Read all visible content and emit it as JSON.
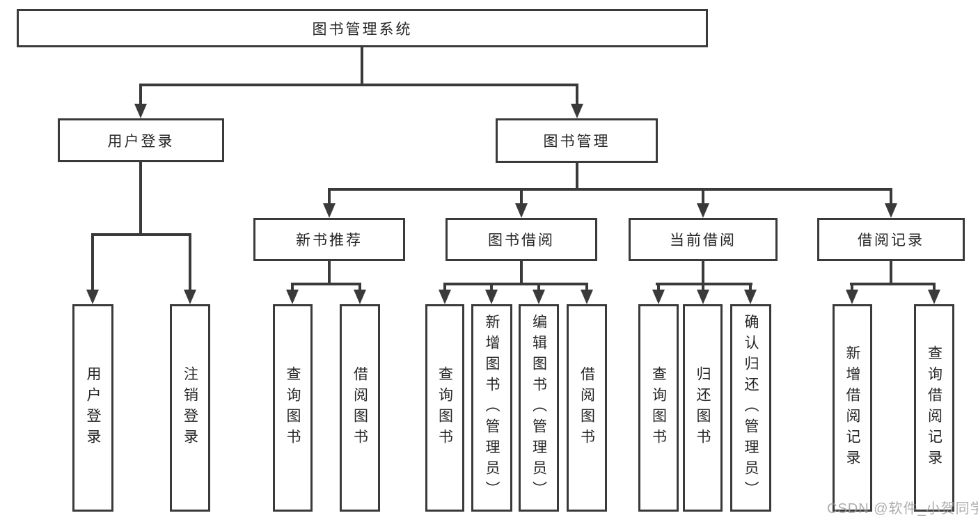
{
  "diagram": {
    "root": "图书管理系统",
    "branches": [
      {
        "label": "用户登录",
        "children": [
          "用户登录",
          "注销登录"
        ]
      },
      {
        "label": "图书管理",
        "modules": [
          {
            "label": "新书推荐",
            "children": [
              "查询图书",
              "借阅图书"
            ]
          },
          {
            "label": "图书借阅",
            "children": [
              "查询图书",
              "新增图书（管理员）",
              "编辑图书（管理员）",
              "借阅图书"
            ]
          },
          {
            "label": "当前借阅",
            "children": [
              "查询图书",
              "归还图书",
              "确认归还（管理员）"
            ]
          },
          {
            "label": "借阅记录",
            "children": [
              "新增借阅记录",
              "查询借阅记录"
            ]
          }
        ]
      }
    ]
  },
  "watermark": {
    "text": "CSDN @软件_小贺同学"
  },
  "colors": {
    "background": "#ffffff",
    "line": "#3a3a3a",
    "text": "#262626",
    "watermark": "#9e9a9a"
  }
}
